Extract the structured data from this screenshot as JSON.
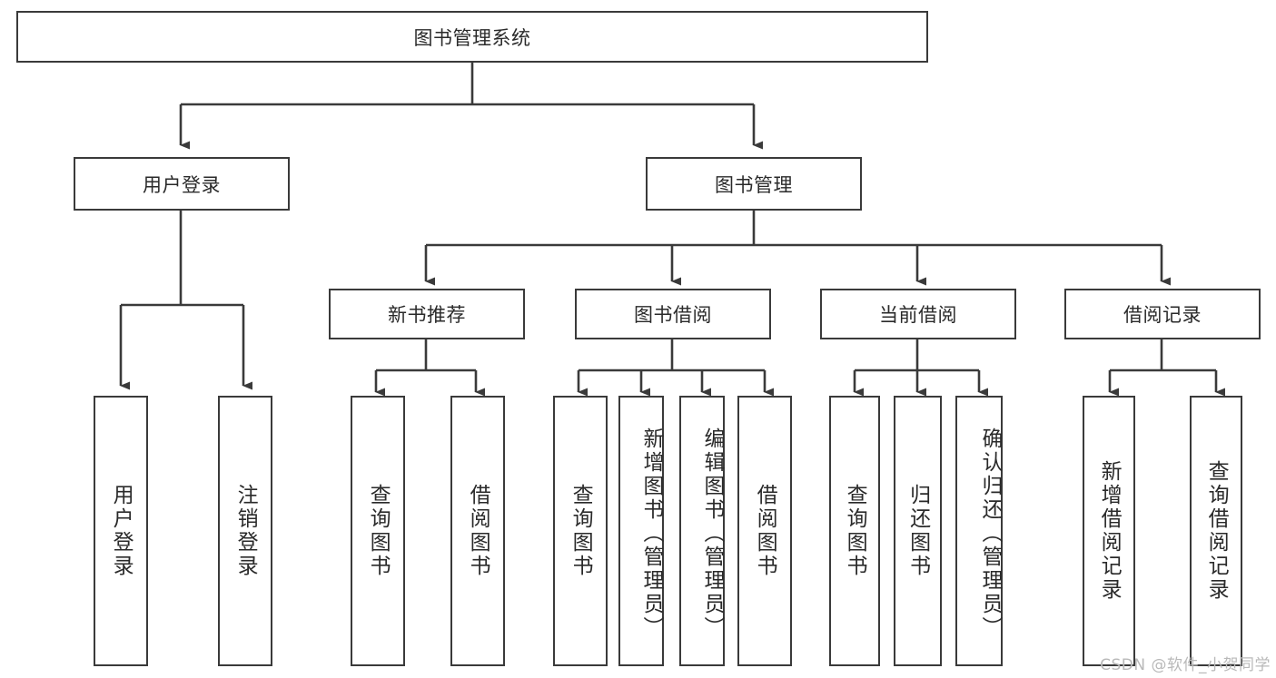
{
  "diagram": {
    "type": "tree",
    "title": "图书管理系统",
    "root": {
      "id": "root",
      "label": "图书管理系统"
    },
    "level1": [
      {
        "id": "user-login",
        "label": "用户登录"
      },
      {
        "id": "book-manage",
        "label": "图书管理"
      }
    ],
    "level2": [
      {
        "id": "new-book-rec",
        "label": "新书推荐",
        "parent": "book-manage"
      },
      {
        "id": "book-borrow",
        "label": "图书借阅",
        "parent": "book-manage"
      },
      {
        "id": "current-borrow",
        "label": "当前借阅",
        "parent": "book-manage"
      },
      {
        "id": "borrow-record",
        "label": "借阅记录",
        "parent": "book-manage"
      }
    ],
    "leaves": [
      {
        "id": "leaf-user-login",
        "label": "用户登录",
        "parent": "user-login"
      },
      {
        "id": "leaf-logout",
        "label": "注销登录",
        "parent": "user-login"
      },
      {
        "id": "leaf-query-book-1",
        "label": "查询图书",
        "parent": "new-book-rec"
      },
      {
        "id": "leaf-borrow-book-1",
        "label": "借阅图书",
        "parent": "new-book-rec"
      },
      {
        "id": "leaf-query-book-2",
        "label": "查询图书",
        "parent": "book-borrow"
      },
      {
        "id": "leaf-add-book",
        "label": "新增图书（管理员）",
        "parent": "book-borrow"
      },
      {
        "id": "leaf-edit-book",
        "label": "编辑图书（管理员）",
        "parent": "book-borrow"
      },
      {
        "id": "leaf-borrow-book-2",
        "label": "借阅图书",
        "parent": "book-borrow"
      },
      {
        "id": "leaf-query-book-3",
        "label": "查询图书",
        "parent": "current-borrow"
      },
      {
        "id": "leaf-return-book",
        "label": "归还图书",
        "parent": "current-borrow"
      },
      {
        "id": "leaf-confirm-return",
        "label": "确认归还（管理员）",
        "parent": "current-borrow"
      },
      {
        "id": "leaf-add-record",
        "label": "新增借阅记录",
        "parent": "borrow-record"
      },
      {
        "id": "leaf-query-record",
        "label": "查询借阅记录",
        "parent": "borrow-record"
      }
    ],
    "watermark": "CSDN @软件_小贺同学",
    "colors": {
      "border": "#3a3a3a",
      "background": "#ffffff",
      "text": "#2a2a2a",
      "watermark": "#b9b9b9"
    }
  }
}
